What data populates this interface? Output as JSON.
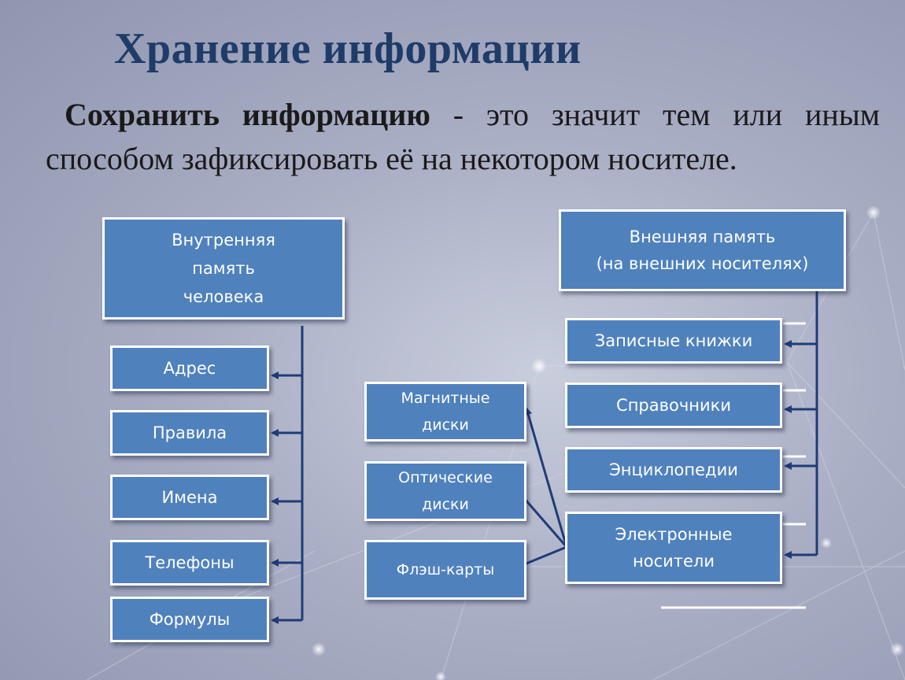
{
  "title": "Хранение информации",
  "intro": {
    "bold": "Сохранить информацию",
    "rest": " - это значит тем или иным способом зафиксировать её на некотором носителе."
  },
  "internal": {
    "root": "Внутренняя\nпамять\nчеловека",
    "items": [
      "Адрес",
      "Правила",
      "Имена",
      "Телефоны",
      "Формулы"
    ]
  },
  "external": {
    "root": "Внешняя память\n(на внешних носителях)",
    "items": [
      "Записные книжки",
      "Справочники",
      "Энциклопедии",
      "Электронные\nносители"
    ]
  },
  "electronic": {
    "items": [
      "Магнитные\nдиски",
      "Оптические\nдиски",
      "Флэш-карты"
    ]
  },
  "colors": {
    "box_fill": "#4f81bd",
    "box_border": "#ffffff",
    "connector": "#1f3c78",
    "title": "#1f3c69"
  }
}
